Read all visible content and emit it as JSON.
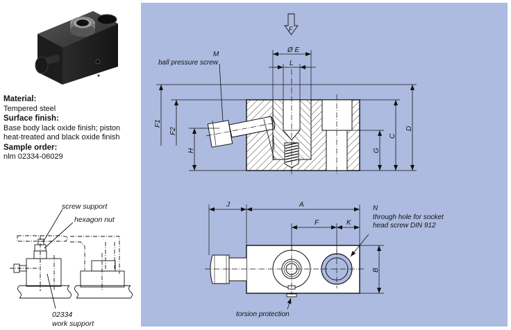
{
  "product": {
    "photo_alt": "work support photo"
  },
  "specs": {
    "material_label": "Material:",
    "material_value": "Tempered steel",
    "surface_label": "Surface finish:",
    "surface_value_1": "Base body lack oxide finish; piston",
    "surface_value_2": "heat-treated and black oxide finish",
    "sample_label": "Sample order:",
    "sample_value": "nlm 02334-06029"
  },
  "application": {
    "screw_support": "screw support",
    "hexagon_nut": "hexagon nut",
    "part_number": "02334",
    "work_support": "work support"
  },
  "section_view": {
    "force": "F",
    "dim_E": "Ø E",
    "dim_L": "L",
    "label_M": "M",
    "label_M_desc": "ball pressure screw",
    "dim_F1": "F1",
    "dim_F2": "F2",
    "dim_H": "H",
    "dim_G": "G",
    "dim_C": "C",
    "dim_D": "D"
  },
  "plan_view": {
    "dim_J": "J",
    "dim_A": "A",
    "dim_F": "F",
    "dim_K": "K",
    "dim_B": "B",
    "label_N": "N",
    "label_N_desc_1": "through hole for socket",
    "label_N_desc_2": "head screw DIN 912",
    "torsion": "torsion protection"
  },
  "colors": {
    "panel_bg": "#aebbe0",
    "line": "#111111"
  }
}
